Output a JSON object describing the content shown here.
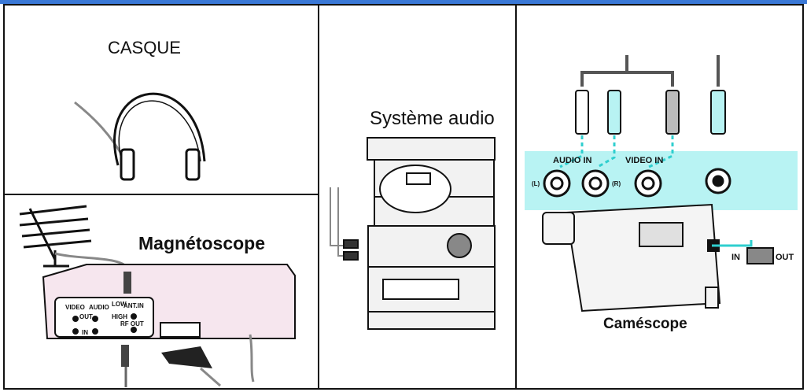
{
  "panels": {
    "headphones": {
      "label": "CASQUE"
    },
    "vcr": {
      "label": "Magnétoscope",
      "port_labels": {
        "video": "VIDEO",
        "audio": "AUDIO",
        "out": "OUT",
        "in": "IN",
        "ant_in": "ANT.IN",
        "rf_out": "RF OUT",
        "low": "LOW",
        "high": "HIGH"
      }
    },
    "audio_system": {
      "label": "Système audio"
    },
    "camcorder": {
      "label": "Caméscope",
      "audio_in": "AUDIO IN",
      "video_in": "VIDEO IN",
      "left": "(L)",
      "right": "(R)",
      "switch_in": "IN",
      "switch_out": "OUT"
    }
  },
  "colors": {
    "accent": "#3a78d6",
    "cyan": "#b8f3f3",
    "cable_cyan": "#2fcfcf",
    "vcr_pink": "#f6e6ee"
  }
}
